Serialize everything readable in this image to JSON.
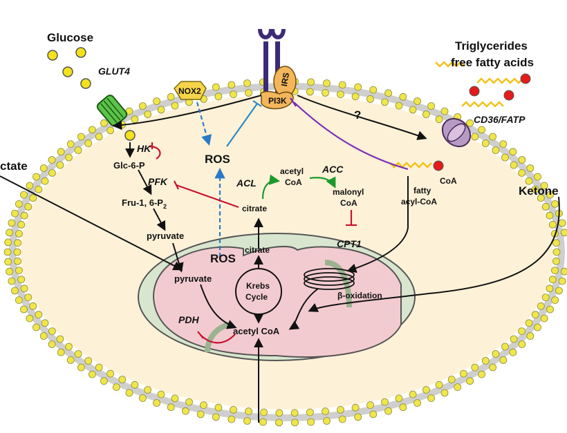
{
  "labels": {
    "glucose": "Glucose",
    "glut4": "GLUT4",
    "nox2": "NOX2",
    "irs": "IRS",
    "pi3k": "PI3K",
    "triglycerides": "Triglycerides",
    "free_fatty_acids": "free fatty acids",
    "question": "?",
    "cd36": "CD36/FATP",
    "lactate": "ctate",
    "ketone": "Ketone",
    "hk": "HK",
    "glc6p": "Glc-6-P",
    "pfk": "PFK",
    "fru16p2": "Fru-1, 6-P",
    "fru_sub": "2",
    "pyruvate_cyto": "pyruvate",
    "ros_cyto": "ROS",
    "acl": "ACL",
    "acetyl": "acetyl",
    "coa_1": "CoA",
    "acc": "ACC",
    "malonyl": "malonyl",
    "coa_2": "CoA",
    "citrate_cyto": "citrate",
    "cpt1": "CPT1",
    "coa_3": "CoA",
    "fatty": "fatty",
    "acyl_coa": "acyl-CoA",
    "ros_mito": "ROS",
    "citrate_mito": "citrate",
    "pyruvate_mito": "pyruvate",
    "krebs": "Krebs",
    "cycle": "Cycle",
    "beta_ox": "β-oxidation",
    "pdh": "PDH",
    "acetyl_coa": "acetyl CoA"
  },
  "colors": {
    "cell_fill": "#fdf1d8",
    "membrane_head": "#f0e64a",
    "mito_outer": "#d9e6cf",
    "mito_inner": "#f2cbd0",
    "receptor": "#3c2a78",
    "pi3k": "#f3b65b",
    "nox2": "#f5d44a",
    "glut4": "#5cc34a",
    "cd36": "#b89bc4",
    "inhibit_red": "#c8102e",
    "ros_blue": "#2a7ac7",
    "inhibit_blue": "#2a8ac7",
    "inhibit_purple": "#7a2ab7",
    "acl_green": "#1a9a2a",
    "fatty_chain": "#f2c21b",
    "fatty_head": "#e31b1b"
  }
}
